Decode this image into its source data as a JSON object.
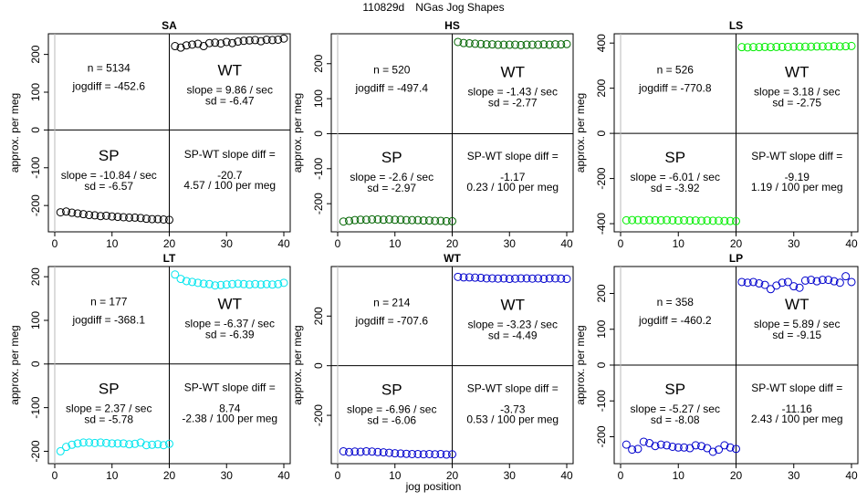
{
  "figure": {
    "date": "110829d",
    "title": "NGas Jog Shapes",
    "x_axis_label": "jog position",
    "y_axis_label": "approx. per meg"
  },
  "chart_data": [
    {
      "type": "scatter",
      "title": "SA",
      "color": "#000000",
      "xlim": [
        0,
        40
      ],
      "ylim": [
        -260,
        245
      ],
      "x_ticks": [
        0,
        10,
        20,
        30,
        40
      ],
      "y_ticks": [
        -200,
        -100,
        0,
        100,
        200
      ],
      "x": [
        1,
        2,
        3,
        4,
        5,
        6,
        7,
        8,
        9,
        10,
        11,
        12,
        13,
        14,
        15,
        16,
        17,
        18,
        19,
        20,
        21,
        22,
        23,
        24,
        25,
        26,
        27,
        28,
        29,
        30,
        31,
        32,
        33,
        34,
        35,
        36,
        37,
        38,
        39,
        40
      ],
      "y": [
        -218,
        -216,
        -219,
        -221,
        -223,
        -225,
        -226,
        -228,
        -227,
        -229,
        -230,
        -231,
        -232,
        -232,
        -233,
        -235,
        -236,
        -236,
        -237,
        -238,
        222,
        218,
        224,
        226,
        228,
        222,
        230,
        231,
        229,
        233,
        230,
        234,
        236,
        237,
        238,
        235,
        239,
        238,
        239,
        242
      ],
      "stats": {
        "n": "n = 5134",
        "jogdiff": "jogdiff = -452.6",
        "wt_label": "WT",
        "wt_slope": "slope = 9.86 / sec",
        "wt_sd": "sd = -6.47",
        "sp_label": "SP",
        "sp_slope": "slope = -10.84 / sec",
        "sp_sd": "sd = -6.57",
        "diff_title": "SP-WT slope diff =",
        "diff_value": "-20.7",
        "diff_note": "4.57 / 100 per meg"
      }
    },
    {
      "type": "scatter",
      "title": "HS",
      "color": "#006400",
      "xlim": [
        0,
        40
      ],
      "ylim": [
        -270,
        275
      ],
      "x_ticks": [
        0,
        10,
        20,
        30,
        40
      ],
      "y_ticks": [
        -200,
        -100,
        0,
        100,
        200
      ],
      "x": [
        1,
        2,
        3,
        4,
        5,
        6,
        7,
        8,
        9,
        10,
        11,
        12,
        13,
        14,
        15,
        16,
        17,
        18,
        19,
        20,
        21,
        22,
        23,
        24,
        25,
        26,
        27,
        28,
        29,
        30,
        31,
        32,
        33,
        34,
        35,
        36,
        37,
        38,
        39,
        40
      ],
      "y": [
        -251,
        -249,
        -247,
        -246,
        -246,
        -245,
        -245,
        -246,
        -245,
        -246,
        -246,
        -247,
        -247,
        -247,
        -248,
        -248,
        -249,
        -249,
        -250,
        -250,
        262,
        259,
        258,
        257,
        256,
        255,
        255,
        254,
        254,
        254,
        254,
        253,
        254,
        254,
        254,
        255,
        254,
        255,
        255,
        256
      ],
      "stats": {
        "n": "n = 520",
        "jogdiff": "jogdiff = -497.4",
        "wt_label": "WT",
        "wt_slope": "slope = -1.43 / sec",
        "wt_sd": "sd = -2.77",
        "sp_label": "SP",
        "sp_slope": "slope = -2.6 / sec",
        "sp_sd": "sd = -2.97",
        "diff_title": "SP-WT slope diff =",
        "diff_value": "-1.17",
        "diff_note": "0.23 / 100 per meg"
      }
    },
    {
      "type": "scatter",
      "title": "LS",
      "color": "#00ee00",
      "xlim": [
        0,
        40
      ],
      "ylim": [
        -420,
        425
      ],
      "x_ticks": [
        0,
        10,
        20,
        30,
        40
      ],
      "y_ticks": [
        -400,
        -200,
        0,
        200,
        400
      ],
      "x": [
        1,
        2,
        3,
        4,
        5,
        6,
        7,
        8,
        9,
        10,
        11,
        12,
        13,
        14,
        15,
        16,
        17,
        18,
        19,
        20,
        21,
        22,
        23,
        24,
        25,
        26,
        27,
        28,
        29,
        30,
        31,
        32,
        33,
        34,
        35,
        36,
        37,
        38,
        39,
        40
      ],
      "y": [
        -385,
        -384,
        -384,
        -385,
        -384,
        -385,
        -385,
        -384,
        -385,
        -386,
        -385,
        -386,
        -386,
        -387,
        -386,
        -387,
        -387,
        -388,
        -388,
        -389,
        382,
        381,
        382,
        382,
        383,
        382,
        383,
        383,
        383,
        384,
        384,
        384,
        384,
        385,
        385,
        385,
        386,
        385,
        386,
        387
      ],
      "stats": {
        "n": "n = 526",
        "jogdiff": "jogdiff = -770.8",
        "wt_label": "WT",
        "wt_slope": "slope = 3.18 / sec",
        "wt_sd": "sd = -2.75",
        "sp_label": "SP",
        "sp_slope": "slope = -6.01 / sec",
        "sp_sd": "sd = -3.92",
        "diff_title": "SP-WT slope diff =",
        "diff_value": "-9.19",
        "diff_note": "1.19 / 100 per meg"
      }
    },
    {
      "type": "scatter",
      "title": "LT",
      "color": "#00e5ee",
      "xlim": [
        0,
        40
      ],
      "ylim": [
        -220,
        215
      ],
      "x_ticks": [
        0,
        10,
        20,
        30,
        40
      ],
      "y_ticks": [
        -200,
        -100,
        0,
        100,
        200
      ],
      "x": [
        1,
        2,
        3,
        4,
        5,
        6,
        7,
        8,
        9,
        10,
        11,
        12,
        13,
        14,
        15,
        16,
        17,
        18,
        19,
        20,
        21,
        22,
        23,
        24,
        25,
        26,
        27,
        28,
        29,
        30,
        31,
        32,
        33,
        34,
        35,
        36,
        37,
        38,
        39,
        40
      ],
      "y": [
        -200,
        -190,
        -185,
        -182,
        -180,
        -180,
        -181,
        -180,
        -181,
        -182,
        -182,
        -182,
        -184,
        -183,
        -180,
        -186,
        -185,
        -184,
        -186,
        -183,
        205,
        195,
        190,
        188,
        186,
        184,
        183,
        180,
        181,
        182,
        183,
        184,
        183,
        182,
        183,
        182,
        183,
        182,
        183,
        186
      ],
      "stats": {
        "n": "n = 177",
        "jogdiff": "jogdiff = -368.1",
        "wt_label": "WT",
        "wt_slope": "slope = -6.37 / sec",
        "wt_sd": "sd = -6.39",
        "sp_label": "SP",
        "sp_slope": "slope = 2.37 / sec",
        "sp_sd": "sd = -5.78",
        "diff_title": "SP-WT slope diff =",
        "diff_value": "8.74",
        "diff_note": "-2.38 / 100 per meg"
      }
    },
    {
      "type": "scatter",
      "title": "WT",
      "color": "#0000cd",
      "xlim": [
        0,
        40
      ],
      "ylim": [
        -380,
        385
      ],
      "x_ticks": [
        0,
        10,
        20,
        30,
        40
      ],
      "y_ticks": [
        -200,
        0,
        200
      ],
      "x": [
        1,
        2,
        3,
        4,
        5,
        6,
        7,
        8,
        9,
        10,
        11,
        12,
        13,
        14,
        15,
        16,
        17,
        18,
        19,
        20,
        21,
        22,
        23,
        24,
        25,
        26,
        27,
        28,
        29,
        30,
        31,
        32,
        33,
        34,
        35,
        36,
        37,
        38,
        39,
        40
      ],
      "y": [
        -345,
        -348,
        -346,
        -347,
        -345,
        -346,
        -348,
        -349,
        -351,
        -353,
        -354,
        -355,
        -356,
        -356,
        -357,
        -356,
        -357,
        -356,
        -358,
        -357,
        358,
        356,
        356,
        355,
        354,
        352,
        352,
        351,
        352,
        350,
        351,
        352,
        352,
        351,
        352,
        350,
        352,
        352,
        351,
        350
      ],
      "stats": {
        "n": "n = 214",
        "jogdiff": "jogdiff = -707.6",
        "wt_label": "WT",
        "wt_slope": "slope = -3.23 / sec",
        "wt_sd": "sd = -4.49",
        "sp_label": "SP",
        "sp_slope": "slope = -6.96 / sec",
        "sp_sd": "sd = -6.06",
        "diff_title": "SP-WT slope diff =",
        "diff_value": "-3.73",
        "diff_note": "0.53 / 100 per meg"
      }
    },
    {
      "type": "scatter",
      "title": "LP",
      "color": "#0000cd",
      "xlim": [
        0,
        40
      ],
      "ylim": [
        -265,
        265
      ],
      "x_ticks": [
        0,
        10,
        20,
        30,
        40
      ],
      "y_ticks": [
        -200,
        -100,
        0,
        100,
        200
      ],
      "x": [
        1,
        2,
        3,
        4,
        5,
        6,
        7,
        8,
        9,
        10,
        11,
        12,
        13,
        14,
        15,
        16,
        17,
        18,
        19,
        20,
        21,
        22,
        23,
        24,
        25,
        26,
        27,
        28,
        29,
        30,
        31,
        32,
        33,
        34,
        35,
        36,
        37,
        38,
        39,
        40
      ],
      "y": [
        -222,
        -236,
        -234,
        -214,
        -218,
        -226,
        -222,
        -224,
        -228,
        -230,
        -230,
        -232,
        -224,
        -226,
        -232,
        -242,
        -236,
        -224,
        -230,
        -234,
        232,
        230,
        232,
        228,
        224,
        212,
        222,
        230,
        232,
        220,
        216,
        236,
        238,
        234,
        238,
        238,
        234,
        230,
        248,
        232
      ],
      "stats": {
        "n": "n = 358",
        "jogdiff": "jogdiff = -460.2",
        "wt_label": "WT",
        "wt_slope": "slope = 5.89 / sec",
        "wt_sd": "sd = -9.15",
        "sp_label": "SP",
        "sp_slope": "slope = -5.27 / sec",
        "sp_sd": "sd = -8.08",
        "diff_title": "SP-WT slope diff =",
        "diff_value": "-11.16",
        "diff_note": "2.43 / 100 per meg"
      }
    }
  ]
}
